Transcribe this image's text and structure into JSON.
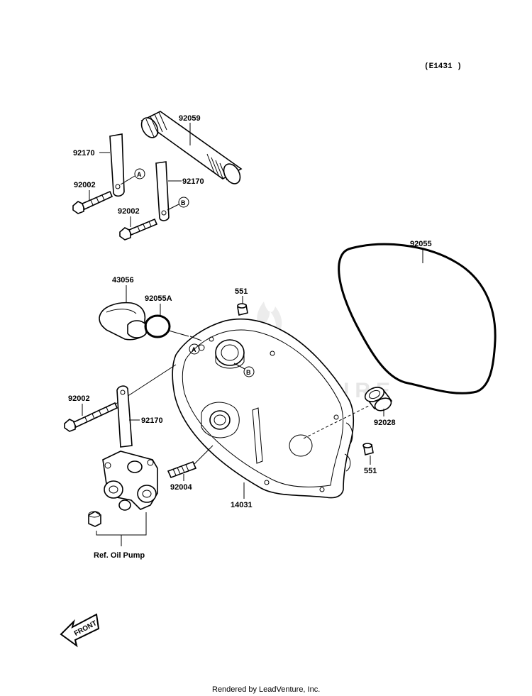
{
  "diagram_code": "(E1431 )",
  "watermark": "LEADVENTURE",
  "parts": {
    "p92059": "92059",
    "p92170_a": "92170",
    "p92002_a": "92002",
    "p92170_b": "92170",
    "p92002_b": "92002",
    "p92055": "92055",
    "p43056": "43056",
    "p92055A": "92055A",
    "p551_a": "551",
    "p92002_c": "92002",
    "p92170_c": "92170",
    "p92028": "92028",
    "p551_b": "551",
    "p92004": "92004",
    "p14031": "14031",
    "ref_oil_pump": "Ref. Oil Pump"
  },
  "callouts": {
    "a1": "A",
    "b1": "B",
    "a2": "A",
    "b2": "B"
  },
  "front_label": "FRONT",
  "footer": "Rendered by LeadVenture, Inc."
}
